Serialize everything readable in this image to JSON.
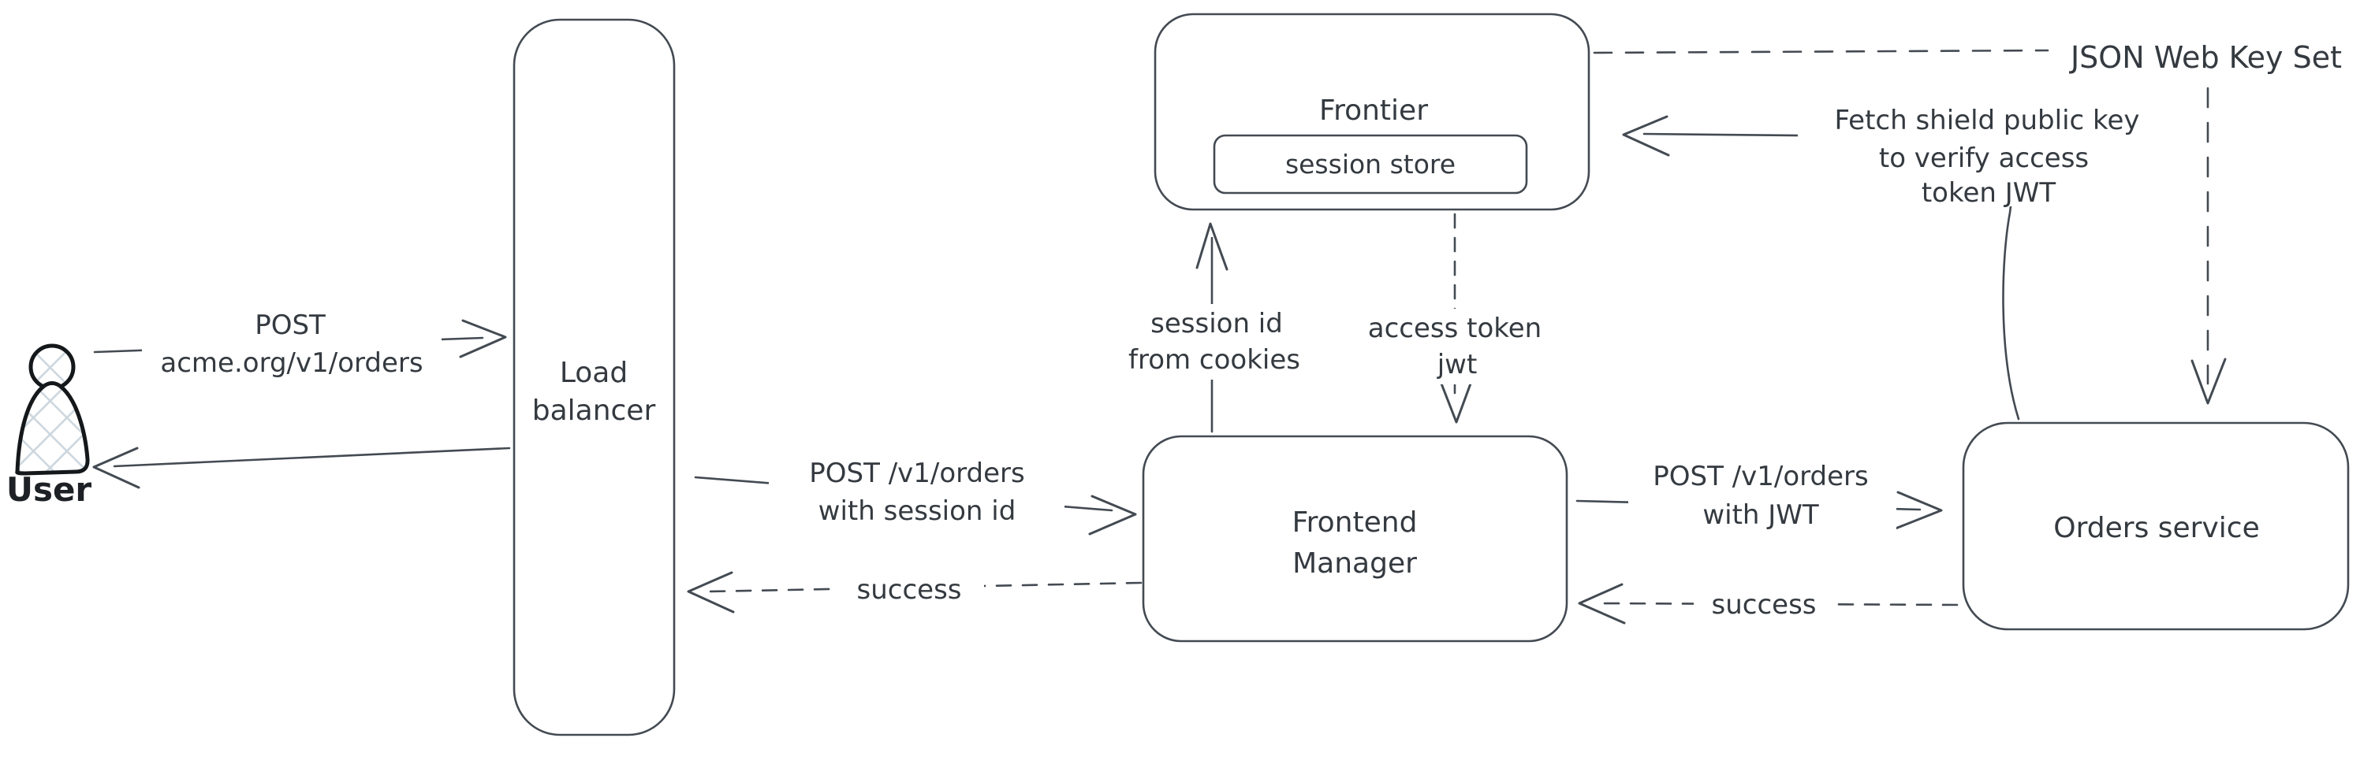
{
  "colors": {
    "stroke": "#434a52",
    "text": "#343a40",
    "icon_stroke": "#15181b",
    "hatch_fill": "#ccd6de",
    "background": "#ffffff"
  },
  "nodes": {
    "user": {
      "label": "User"
    },
    "load_balancer": {
      "label": "Load balancer",
      "label_lines": [
        "Load",
        "balancer"
      ]
    },
    "frontier": {
      "label": "Frontier"
    },
    "session_store": {
      "label": "session store"
    },
    "frontend_manager": {
      "label": "Frontend Manager",
      "label_lines": [
        "Frontend",
        "Manager"
      ]
    },
    "orders_service": {
      "label": "Orders service"
    },
    "jwks": {
      "label": "JSON Web Key Set"
    }
  },
  "arrows": {
    "user_to_load_balancer": {
      "style": "solid",
      "from": "user",
      "to": "load_balancer",
      "label_lines": [
        "POST",
        "acme.org/v1/orders"
      ]
    },
    "load_balancer_to_user": {
      "style": "solid",
      "from": "load_balancer",
      "to": "user",
      "label_lines": []
    },
    "load_balancer_to_frontend_manager": {
      "style": "solid",
      "from": "load_balancer",
      "to": "frontend_manager",
      "label_lines": [
        "POST /v1/orders",
        "with session id"
      ]
    },
    "frontend_manager_to_load_balancer": {
      "style": "dashed",
      "from": "frontend_manager",
      "to": "load_balancer",
      "label_lines": [
        "success"
      ]
    },
    "frontend_manager_to_frontier": {
      "style": "solid",
      "from": "frontend_manager",
      "to": "frontier",
      "label_lines": [
        "session id",
        "from cookies"
      ]
    },
    "frontier_to_frontend_manager": {
      "style": "dashed",
      "from": "frontier",
      "to": "frontend_manager",
      "label_lines": [
        "access token",
        "jwt"
      ]
    },
    "frontend_manager_to_orders_service": {
      "style": "solid",
      "from": "frontend_manager",
      "to": "orders_service",
      "label_lines": [
        "POST /v1/orders",
        "with JWT"
      ]
    },
    "orders_service_to_frontend_manager": {
      "style": "dashed",
      "from": "orders_service",
      "to": "frontend_manager",
      "label_lines": [
        "success"
      ]
    },
    "orders_service_to_frontier": {
      "style": "solid",
      "from": "orders_service",
      "to": "frontier",
      "label_lines": [
        "Fetch shield public key",
        "to verify access",
        "token JWT"
      ]
    },
    "frontier_to_jwks": {
      "style": "dashed",
      "from": "frontier",
      "to": "jwks",
      "label_lines": []
    },
    "jwks_to_orders_service": {
      "style": "dashed",
      "from": "jwks",
      "to": "orders_service",
      "label_lines": []
    }
  }
}
